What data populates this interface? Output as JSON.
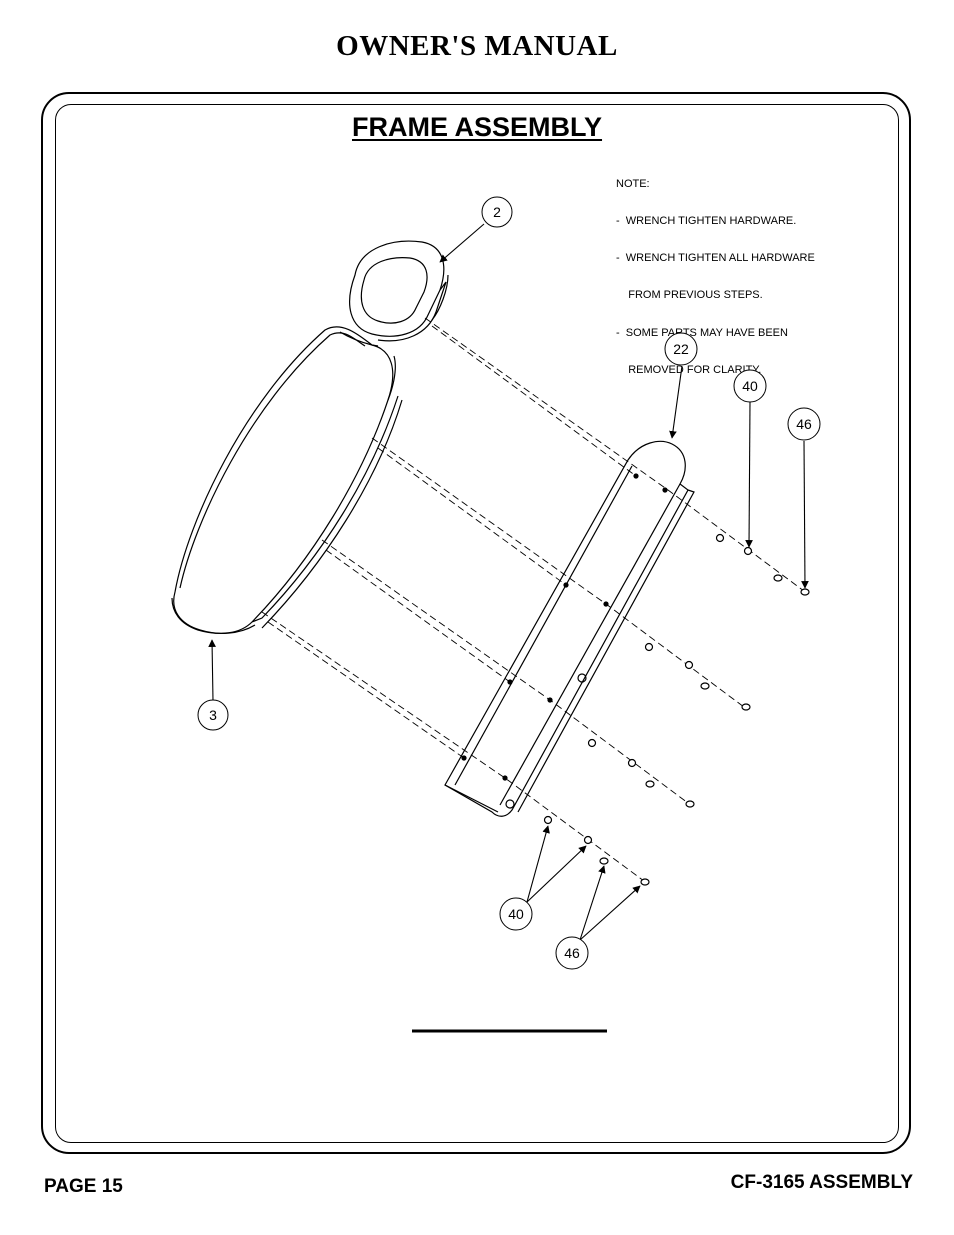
{
  "header": {
    "title": "OWNER'S MANUAL"
  },
  "section": {
    "title": "FRAME ASSEMBLY"
  },
  "note": {
    "heading": "NOTE:",
    "lines": [
      "-  WRENCH TIGHTEN HARDWARE.",
      "-  WRENCH TIGHTEN ALL HARDWARE",
      "    FROM PREVIOUS STEPS.",
      "-  SOME PARTS MAY HAVE BEEN",
      "    REMOVED FOR CLARITY."
    ]
  },
  "callouts": {
    "part_2": "2",
    "part_3": "3",
    "part_22": "22",
    "part_40_top": "40",
    "part_46_top": "46",
    "part_40_bottom": "40",
    "part_46_bottom": "46"
  },
  "footer": {
    "page": "PAGE 15",
    "model": "CF-3165 ASSEMBLY"
  }
}
